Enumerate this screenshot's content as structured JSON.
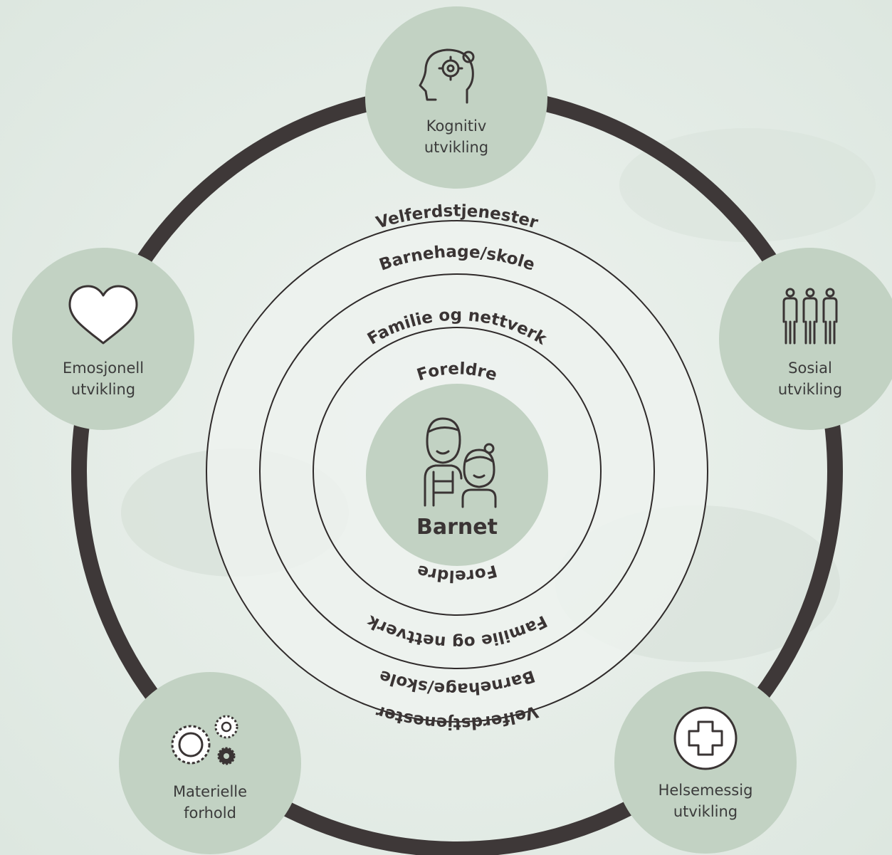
{
  "center": {
    "label": "Barnet",
    "icon": "parent-child-icon"
  },
  "rings": [
    {
      "label_top": "Foreldre",
      "label_bottom": "Foreldre"
    },
    {
      "label_top": "Familie og nettverk",
      "label_bottom": "Familie og nettverk"
    },
    {
      "label_top": "Barnehage/skole",
      "label_bottom": "Barnehage/skole"
    },
    {
      "label_top": "Velferdstjenester",
      "label_bottom": "Velferdstjenester"
    }
  ],
  "domains": {
    "kognitiv": {
      "line1": "Kognitiv",
      "line2": "utvikling",
      "icon": "head-gears-icon"
    },
    "sosial": {
      "line1": "Sosial",
      "line2": "utvikling",
      "icon": "people-group-icon"
    },
    "helse": {
      "line1": "Helsemessig",
      "line2": "utvikling",
      "icon": "medical-cross-icon"
    },
    "materiell": {
      "line1": "Materielle",
      "line2": "forhold",
      "icon": "gears-icon"
    },
    "emosjonell": {
      "line1": "Emosjonell",
      "line2": "utvikling",
      "icon": "heart-icon"
    }
  },
  "colors": {
    "background": "#e6ede8",
    "node_fill": "#c2d2c3",
    "outer_ring": "#3e3838",
    "line": "#2f2a2a",
    "inner_disc": "#edf2ee"
  }
}
